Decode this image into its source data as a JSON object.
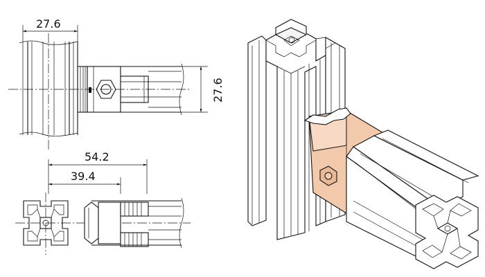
{
  "dimensions": {
    "top_width": "27.6",
    "side_height": "27.6",
    "overall_length": "54.2",
    "inner_length": "39.4"
  },
  "colors": {
    "connector_fill": "#f3c9ac",
    "line": "#111111"
  }
}
